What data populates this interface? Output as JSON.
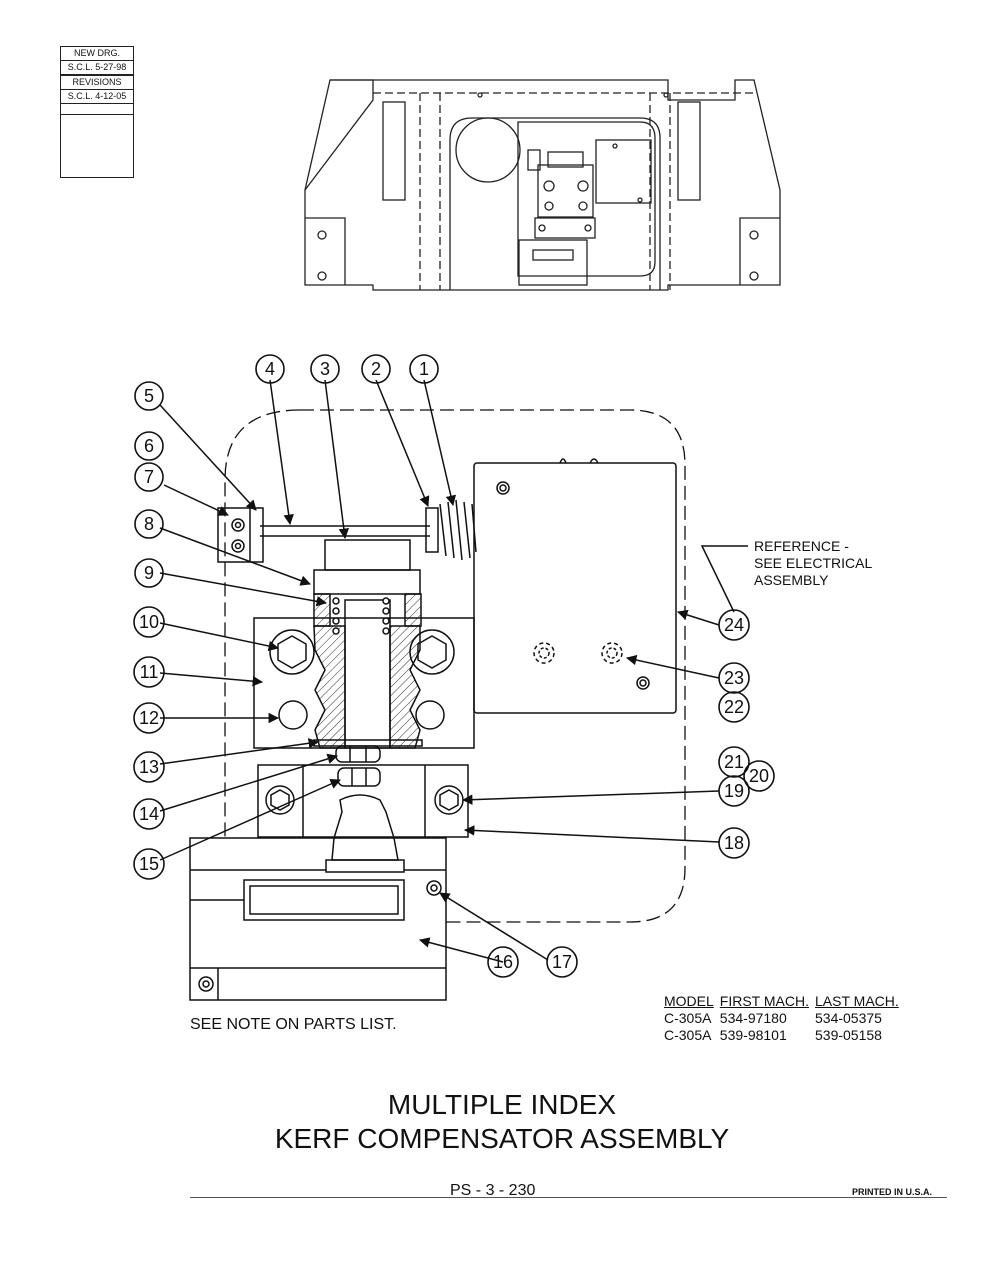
{
  "revision_block": {
    "new_drawing_label": "NEW DRG.",
    "new_drawing_date": "S.C.L. 5-27-98",
    "revisions_label": "REVISIONS",
    "revision_date": "S.C.L. 4-12-05"
  },
  "callouts": [
    "1",
    "2",
    "3",
    "4",
    "5",
    "6",
    "7",
    "8",
    "9",
    "10",
    "11",
    "12",
    "13",
    "14",
    "15",
    "16",
    "17",
    "18",
    "19",
    "20",
    "21",
    "22",
    "23",
    "24"
  ],
  "reference_note": {
    "line1": "REFERENCE -",
    "line2": "SEE ELECTRICAL",
    "line3": "ASSEMBLY"
  },
  "parts_note": "SEE NOTE ON PARTS LIST.",
  "model_table": {
    "headers": [
      "MODEL",
      "FIRST MACH.",
      "LAST MACH."
    ],
    "rows": [
      [
        "C-305A",
        "534-97180",
        "534-05375"
      ],
      [
        "C-305A",
        "539-98101",
        "539-05158"
      ]
    ]
  },
  "title": {
    "line1": "MULTIPLE INDEX",
    "line2": "KERF COMPENSATOR ASSEMBLY"
  },
  "page_number": "PS - 3 - 230",
  "printed": "PRINTED IN U.S.A."
}
